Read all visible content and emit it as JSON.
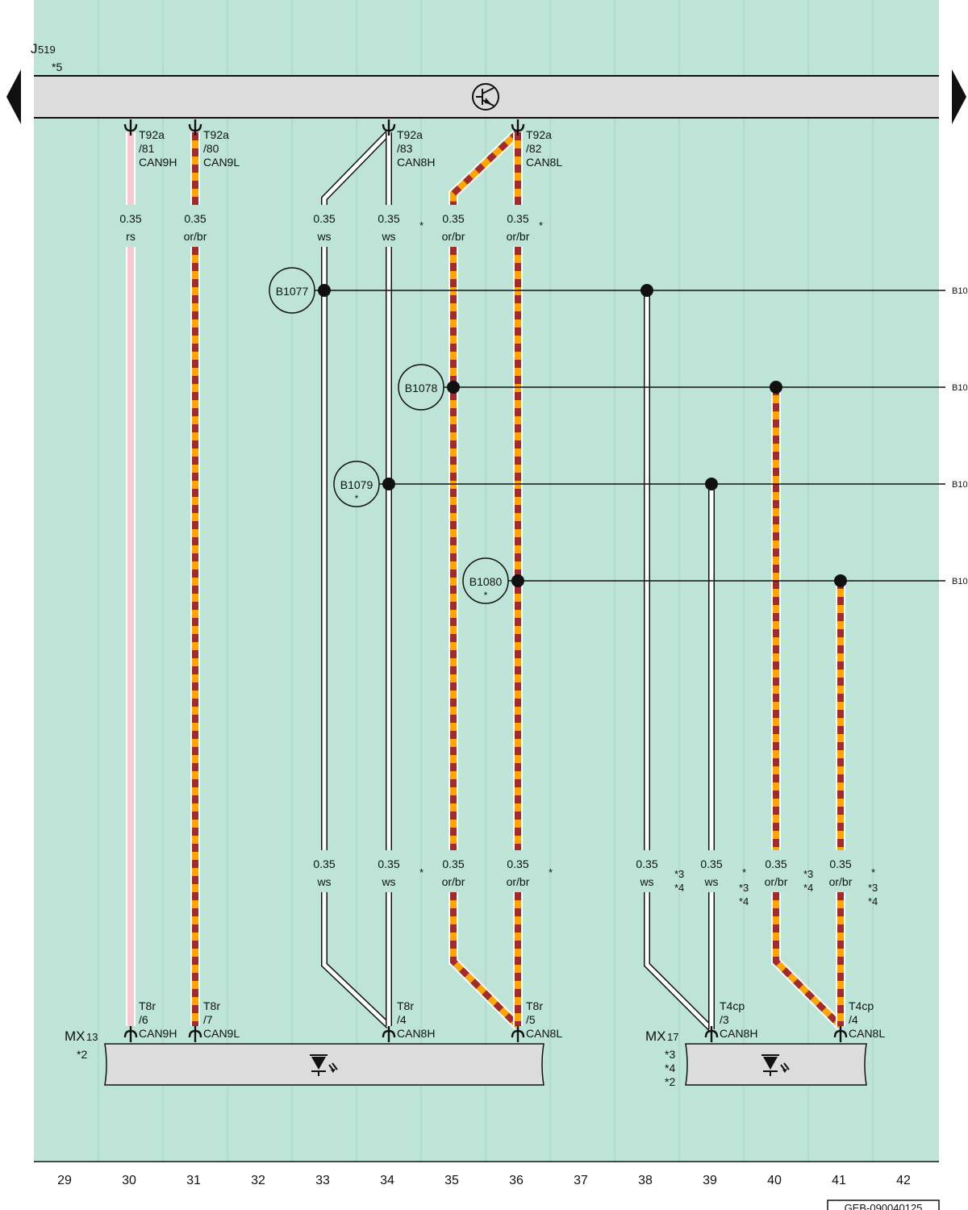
{
  "upper_component": {
    "code": "J",
    "sub": "519",
    "note": "*5"
  },
  "lower_components": [
    {
      "code": "MX",
      "sub": "13",
      "notes": [
        "*2"
      ]
    },
    {
      "code": "MX",
      "sub": "17",
      "notes": [
        "*3",
        "*4",
        "*2"
      ]
    }
  ],
  "columns": [
    "29",
    "30",
    "31",
    "32",
    "33",
    "34",
    "35",
    "36",
    "37",
    "38",
    "39",
    "40",
    "41",
    "42"
  ],
  "wire_colors": {
    "rs": "#f8c8d0",
    "or": "#ffa500",
    "br": "#a52a2a",
    "ws": "#ffffff",
    "background": "#bde4d6"
  },
  "top_pins": [
    {
      "connector": "T92a",
      "pin": "/81",
      "signal": "CAN9H"
    },
    {
      "connector": "T92a",
      "pin": "/80",
      "signal": "CAN9L"
    },
    {
      "connector": "T92a",
      "pin": "/83",
      "signal": "CAN8H"
    },
    {
      "connector": "T92a",
      "pin": "/82",
      "signal": "CAN8L"
    }
  ],
  "bottom_pins": [
    {
      "connector": "T8r",
      "pin": "/6",
      "signal": "CAN9H"
    },
    {
      "connector": "T8r",
      "pin": "/7",
      "signal": "CAN9L"
    },
    {
      "connector": "T8r",
      "pin": "/4",
      "signal": "CAN8H"
    },
    {
      "connector": "T8r",
      "pin": "/5",
      "signal": "CAN8L"
    },
    {
      "connector": "T4cp",
      "pin": "/3",
      "signal": "CAN8H"
    },
    {
      "connector": "T4cp",
      "pin": "/4",
      "signal": "CAN8L"
    }
  ],
  "upper_wire_labels": [
    {
      "size": "0.35",
      "color": "rs"
    },
    {
      "size": "0.35",
      "color": "or/br"
    },
    {
      "size": "0.35",
      "color": "ws"
    },
    {
      "size": "0.35",
      "color": "ws"
    },
    {
      "size": "0.35",
      "color": "or/br"
    },
    {
      "size": "0.35",
      "color": "or/br"
    }
  ],
  "lower_wire_labels": [
    {
      "size": "0.35",
      "color": "ws"
    },
    {
      "size": "0.35",
      "color": "ws"
    },
    {
      "size": "0.35",
      "color": "or/br"
    },
    {
      "size": "0.35",
      "color": "or/br"
    },
    {
      "size": "0.35",
      "color": "ws"
    },
    {
      "size": "0.35",
      "color": "ws"
    },
    {
      "size": "0.35",
      "color": "or/br"
    },
    {
      "size": "0.35",
      "color": "or/br"
    }
  ],
  "splices": [
    {
      "label": "B1077",
      "note": "",
      "edge": "B10"
    },
    {
      "label": "B1078",
      "note": "",
      "edge": "B10"
    },
    {
      "label": "B1079",
      "note": "*",
      "edge": "B10"
    },
    {
      "label": "B1080",
      "note": "*",
      "edge": "B10"
    }
  ],
  "notes": {
    "upper_star_a": "*",
    "upper_star_b": "*",
    "lower_star_a": "*",
    "lower_star_b": "*",
    "group_38": [
      "*3",
      "*4"
    ],
    "group_39": [
      "*",
      "*3",
      "*4"
    ],
    "group_40": [
      "*3",
      "*4"
    ],
    "group_41": [
      "*",
      "*3",
      "*4"
    ]
  },
  "footer_code": "GEB-090040125"
}
